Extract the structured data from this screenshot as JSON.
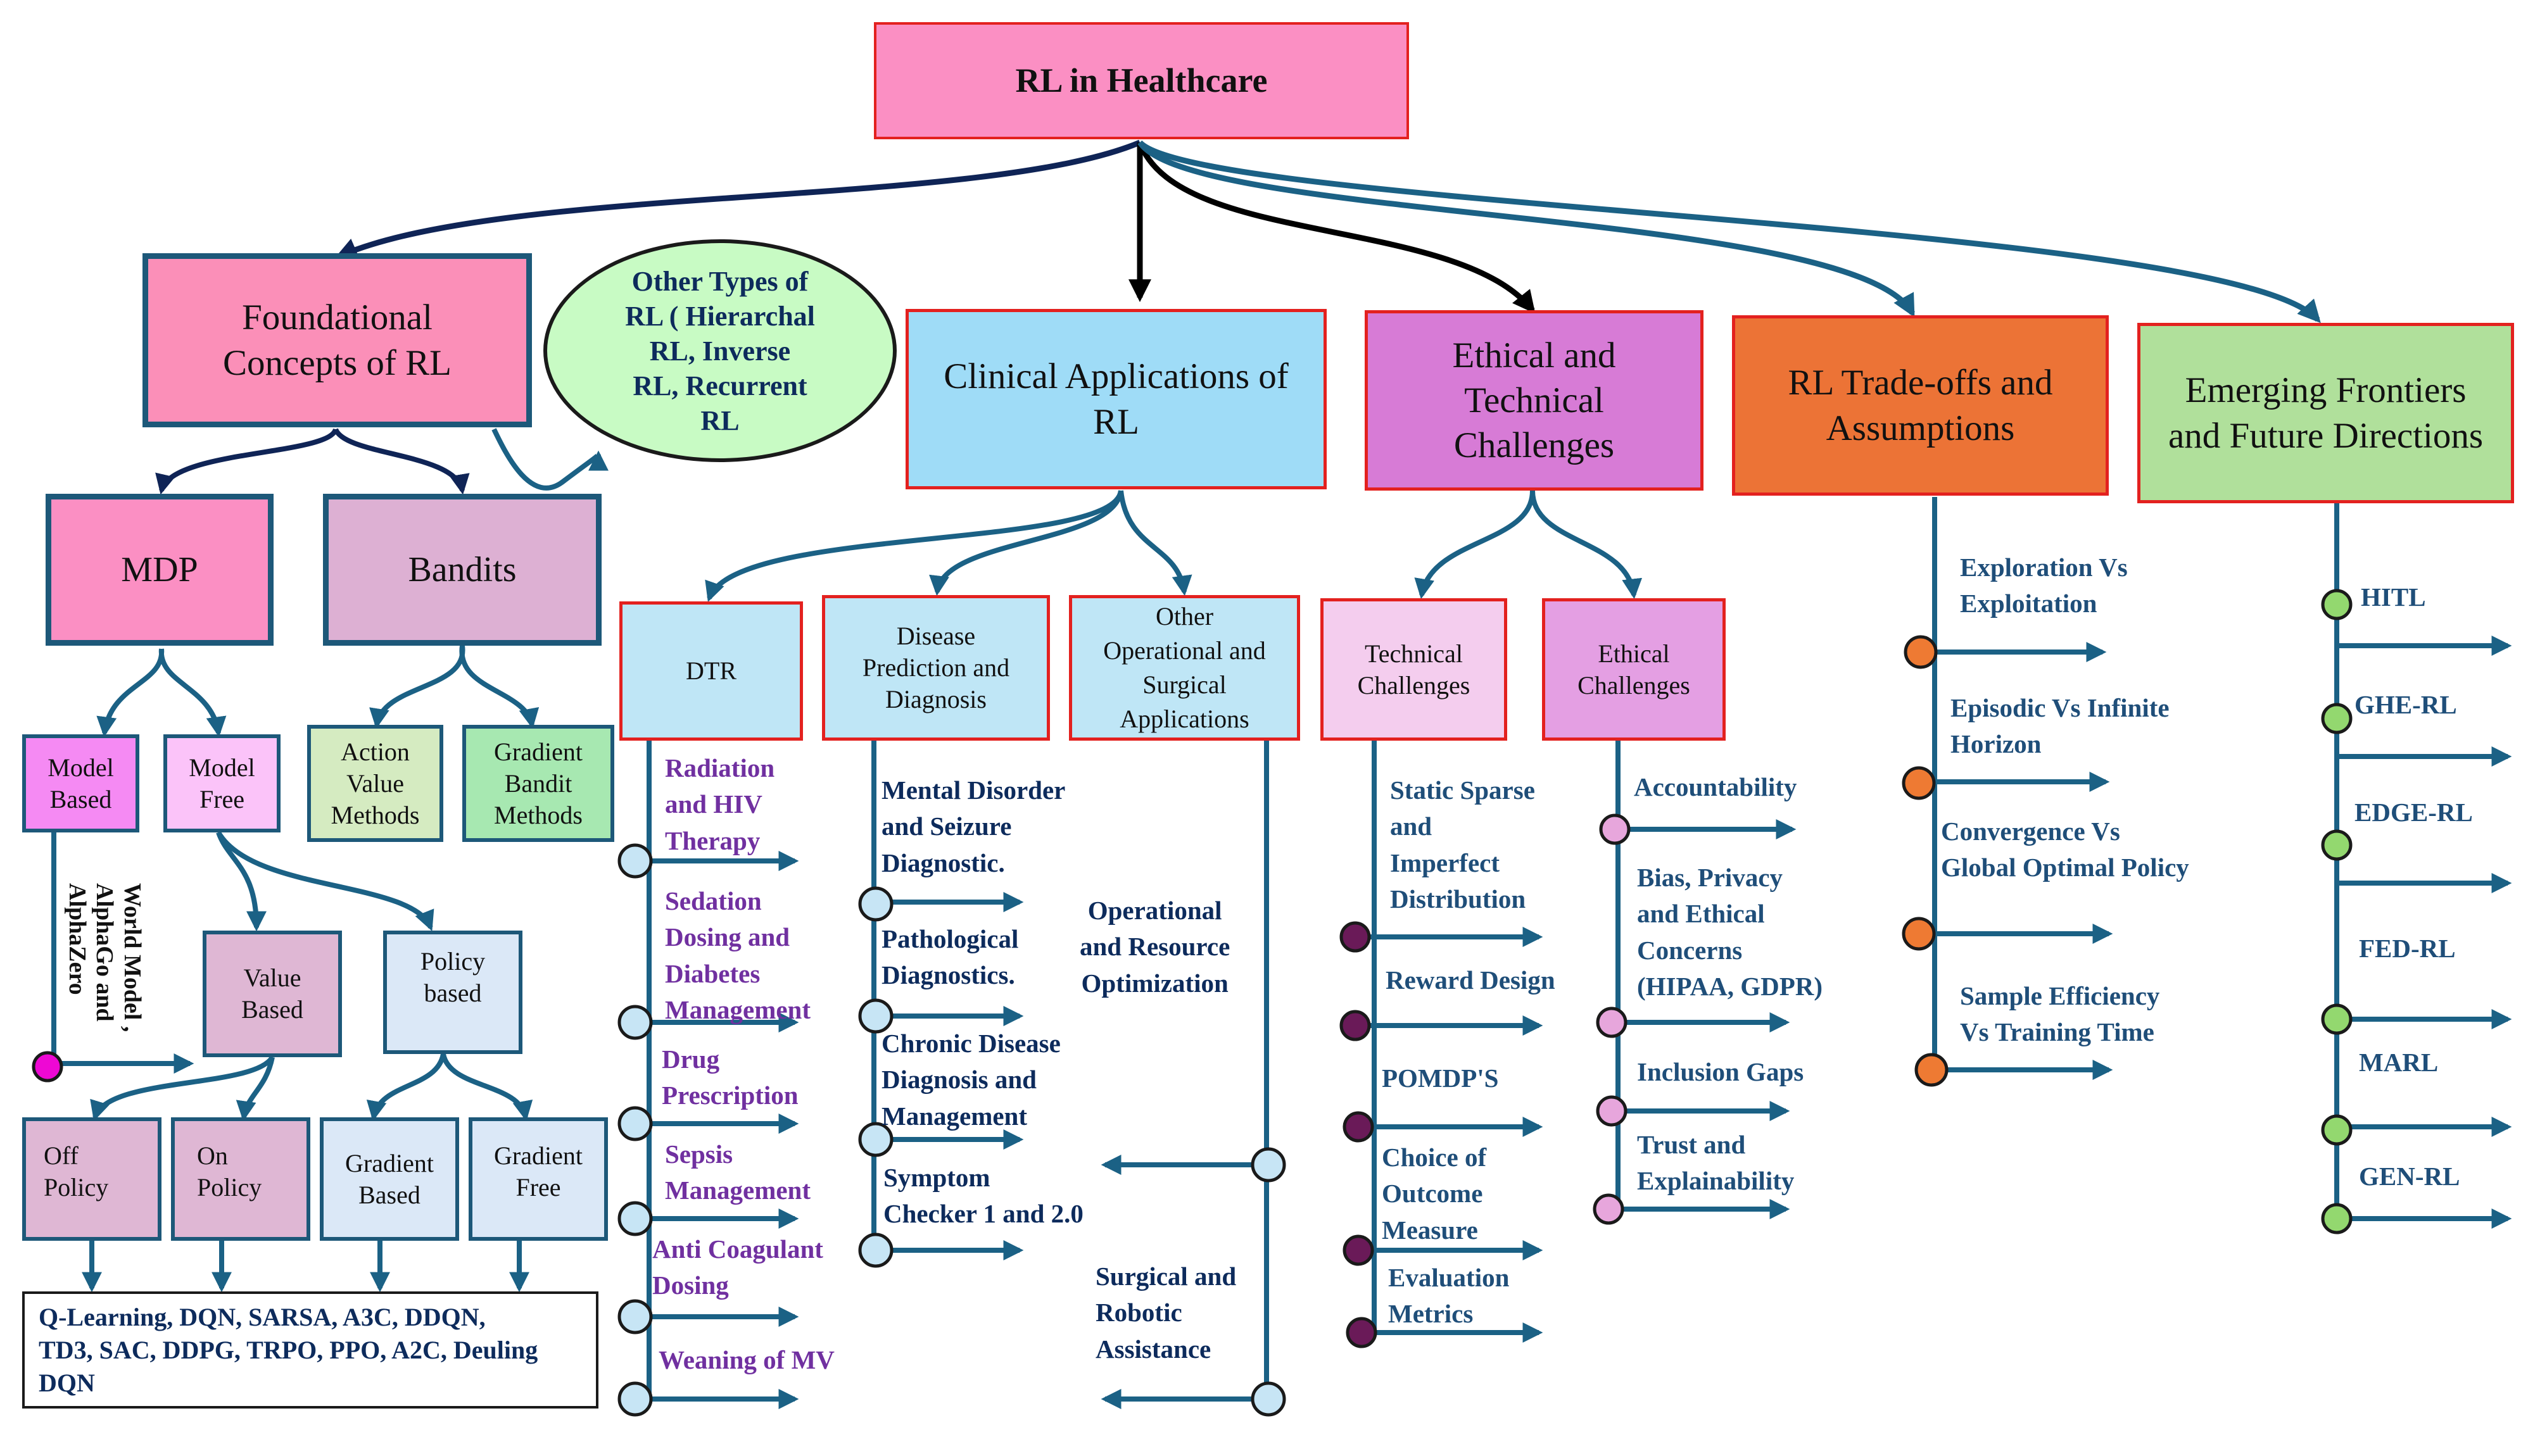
{
  "colors": {
    "root": "#fb8fc3",
    "foundational": "#fb8fb8",
    "mdp": "#fb8fc3",
    "bandits": "#ddb0d3",
    "model_based": "#f58af3",
    "model_free": "#fbc3f9",
    "policy_like": "#dfb7d4",
    "light_blue": "#dbe8f7",
    "action_value": "#d5ebc1",
    "gradient_bandit": "#a7e8b1",
    "other_types": "#c8fbc4",
    "clinical": "#9fdcf7",
    "clinical_sub": "#bfe6f6",
    "ethical": "#d77bd6",
    "tech_sub": "#f4cdee",
    "eth_sub": "#e49fe3",
    "tradeoffs": "#ec7336",
    "emerging": "#b0e09b",
    "wire": "#1b6185",
    "navy_wire": "#0f2456",
    "red_border": "#e3211f",
    "dot_light": "#c7e5f5",
    "dot_dark": "#6a1a58",
    "dot_pink": "#e7a6dc",
    "dot_orange": "#ee7a33",
    "dot_green": "#93d86f",
    "dot_magenta": "#ee08d4"
  },
  "root": {
    "label": "RL in Healthcare"
  },
  "foundational": {
    "label": "Foundational\nConcepts  of RL",
    "other_types": "Other Types of\nRL ( Hierarchal\nRL,  Inverse\nRL, Recurrent\nRL",
    "mdp": "MDP",
    "bandits": "Bandits",
    "model_based": "Model\nBased",
    "model_free": "Model\nFree",
    "world_model": "World Model ,\nAlphaGo and\nAlphaZero",
    "value_based": "Value\nBased",
    "policy_based": "Policy\nbased",
    "off_policy": "Off\nPolicy",
    "on_policy": "On\nPolicy",
    "gradient_based": "Gradient\nBased",
    "gradient_free": "Gradient\nFree",
    "action_value": "Action\nValue\nMethods",
    "gradient_bandit": "Gradient\nBandit\nMethods",
    "algorithms": "Q-Learning, DQN, SARSA, A3C, DDQN,\nTD3, SAC, DDPG, TRPO, PPO, A2C, Deuling\nDQN"
  },
  "clinical": {
    "label": "Clinical Applications of\nRL",
    "dtr": "DTR",
    "disease": "Disease\nPrediction and\nDiagnosis",
    "other_ops": "Other\nOperational and\nSurgical\nApplications",
    "dtr_items": [
      "Radiation\nand HIV\nTherapy",
      "Sedation\nDosing and\nDiabetes\nManagement",
      "Drug\nPrescription",
      "Sepsis\nManagement",
      "Anti Coagulant\nDosing",
      "Weaning of MV"
    ],
    "disease_items": [
      "Mental Disorder\nand Seizure\nDiagnostic.",
      "Pathological\nDiagnostics.",
      "Chronic Disease\nDiagnosis and\nManagement",
      "Symptom\nChecker 1 and 2.0"
    ],
    "ops_items": [
      "Operational\nand Resource\nOptimization",
      "Surgical and\nRobotic\nAssistance"
    ]
  },
  "ethical": {
    "label": "Ethical and\nTechnical\nChallenges",
    "technical": "Technical\nChallenges",
    "ethical_sub": "Ethical\nChallenges",
    "tech_items": [
      "Static Sparse\nand\nImperfect\nDistribution",
      "Reward Design",
      "POMDP'S",
      "Choice of\nOutcome\nMeasure",
      "Evaluation\nMetrics"
    ],
    "eth_items": [
      "Accountability",
      "Bias,  Privacy\nand Ethical\nConcerns\n (HIPAA, GDPR)",
      "Inclusion Gaps",
      "Trust and\nExplainability"
    ]
  },
  "tradeoffs": {
    "label": "RL Trade-offs and\nAssumptions",
    "items": [
      "Exploration Vs\nExploitation",
      "Episodic Vs Infinite\nHorizon",
      "Convergence Vs\nGlobal Optimal Policy",
      "Sample Efficiency\nVs Training Time"
    ]
  },
  "emerging": {
    "label": "Emerging Frontiers\nand Future Directions",
    "items": [
      "HITL",
      "GHE-RL",
      "EDGE-RL",
      "FED-RL",
      "MARL",
      "GEN-RL"
    ]
  }
}
